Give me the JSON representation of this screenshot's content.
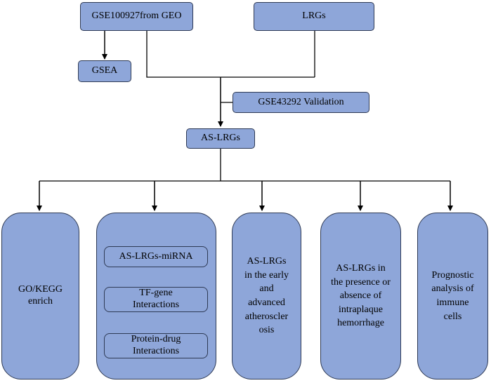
{
  "nodes": {
    "gse100927": "GSE100927from GEO",
    "lrgs": "LRGs",
    "gsea": "GSEA",
    "validation": "GSE43292 Validation",
    "as_lrgs": "AS-LRGs",
    "go_kegg": "GO/KEGG enrich",
    "mirna": "AS-LRGs-miRNA",
    "tf_gene": "TF-gene Interactions",
    "protein_drug": "Protein-drug Interactions",
    "early_advanced": "AS-LRGs in the early and advanced atheroscler osis",
    "hemorrhage": "AS-LRGs in the presence or absence of intraplaque hemorrhage",
    "prognostic": "Prognostic analysis of immune cells"
  },
  "colors": {
    "box_fill": "#8ea6d9",
    "box_border": "#2e3a55",
    "line": "#000000"
  }
}
